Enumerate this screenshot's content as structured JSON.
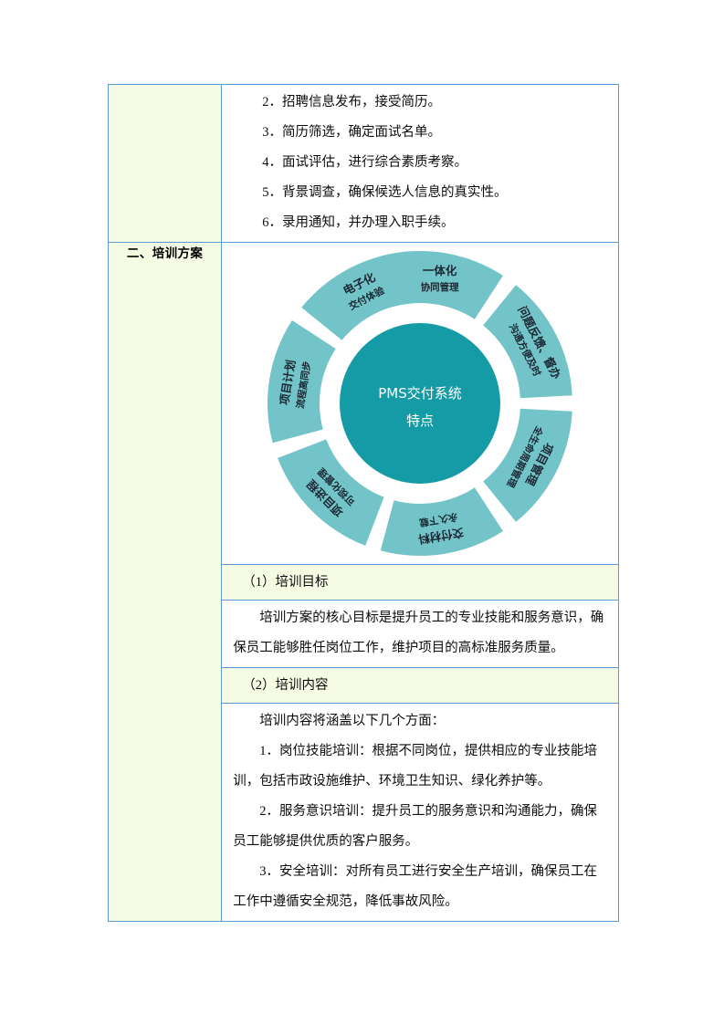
{
  "theme": {
    "table_border": "#5B9BD5",
    "tint_cell": "#F6FBE4",
    "ring_segment": "#73C4C8",
    "hub": "#159BA5",
    "segment_text": "#1b2733",
    "hub_text": "#FFFFFF"
  },
  "table": {
    "row_recruit_steps": {
      "items": [
        "2．招聘信息发布，接受简历。",
        "3．简历筛选，确定面试名单。",
        "4．面试评估，进行综合素质考察。",
        "5．背景调查，确保候选人信息的真实性。",
        "6．录用通知，并办理入职手续。"
      ]
    },
    "section_label": "二、培训方案",
    "heading_goal": "（1）培训目标",
    "para_goal": "培训方案的核心目标是提升员工的专业技能和服务意识，确保员工能够胜任岗位工作，维护项目的高标准服务质量。",
    "heading_content": "（2）培训内容",
    "content_intro": "培训内容将涵盖以下几个方面：",
    "content_items": [
      "1．岗位技能培训：根据不同岗位，提供相应的专业技能培训，包括市政设施维护、环境卫生知识、绿化养护等。",
      "2．服务意识培训：提升员工的服务意识和沟通能力，确保员工能够提供优质的客户服务。",
      "3．安全培训：对所有员工进行安全生产培训，确保员工在工作中遵循安全规范，降低事故风险。"
    ]
  },
  "chart_data": {
    "type": "pie",
    "title": "PMS交付系统特点",
    "center_line1": "PMS交付系统",
    "center_line2": "特点",
    "legend_position": "none",
    "grid": false,
    "segments": [
      {
        "index": 0,
        "angle_start": -105,
        "angle_end": -57,
        "line1": "一体化",
        "line2": "协同管理",
        "rotation": 0,
        "values": 1
      },
      {
        "index": 1,
        "angle_start": -51,
        "angle_end": -3,
        "line1": "问题反馈、督办",
        "line2": "沟通方便及时",
        "rotation": 63,
        "values": 1
      },
      {
        "index": 2,
        "angle_start": 3,
        "angle_end": 51,
        "line1": "项目管理",
        "line2": "全生命周期管理",
        "rotation": 117,
        "values": 1
      },
      {
        "index": 3,
        "angle_start": 57,
        "angle_end": 105,
        "line1": "交付材料",
        "line2": "永久下载",
        "rotation": 171,
        "values": 1
      },
      {
        "index": 4,
        "angle_start": 111,
        "angle_end": 159,
        "line1": "项目进程",
        "line2": "可视化管理",
        "rotation": 225,
        "values": 1
      },
      {
        "index": 5,
        "angle_start": 165,
        "angle_end": 213,
        "line1": "项目计划",
        "line2": "流程高同步",
        "rotation": 279,
        "values": 1
      },
      {
        "index": 6,
        "angle_start": 219,
        "angle_end": 267,
        "line1": "电子化",
        "line2": "交付体验",
        "rotation": 333,
        "values": 1
      }
    ]
  }
}
